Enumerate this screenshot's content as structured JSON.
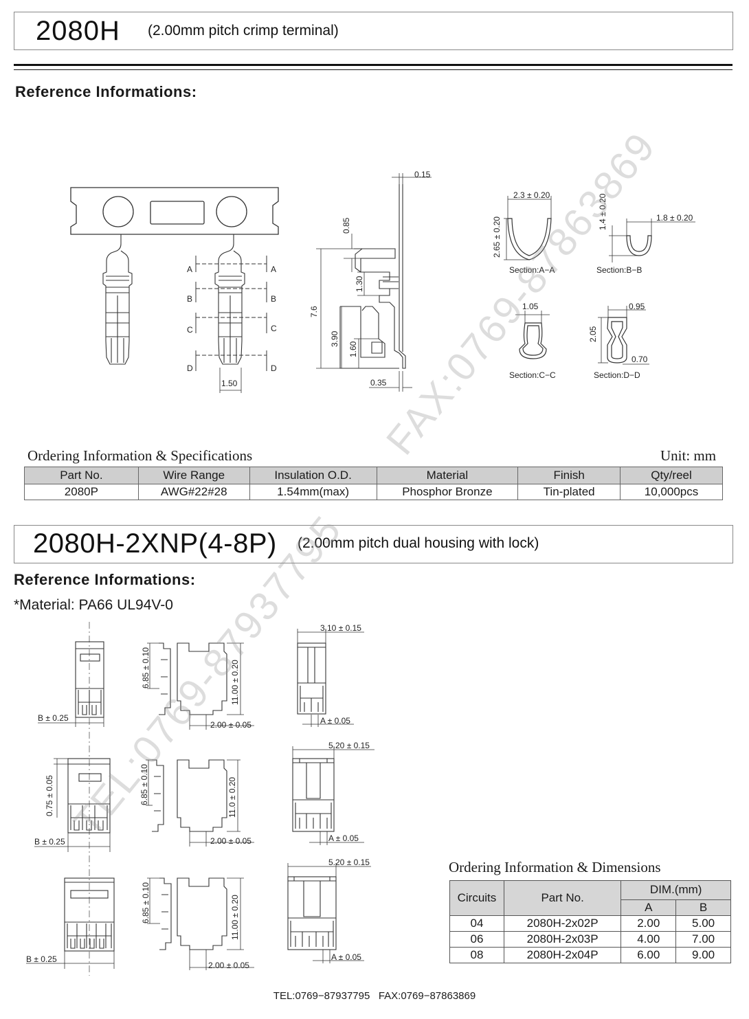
{
  "section1": {
    "title": "2080H",
    "subtitle": "(2.00mm pitch crimp terminal)",
    "ref_heading": "Reference Informations:"
  },
  "terminal_drawing": {
    "sections": [
      "A",
      "B",
      "C",
      "D"
    ],
    "dims": {
      "width_150": "1.50",
      "t015": "0.15",
      "h085": "0.85",
      "h130": "1.30",
      "h76": "7.6",
      "h390": "3.90",
      "h160": "1.60",
      "w035": "0.35",
      "secA_w": "2.3 ± 0.20",
      "secA_h": "2.65 ± 0.20",
      "secB_h": "1.4 ± 0.20",
      "secB_w": "1.8 ± 0.20",
      "secC_w": "1.05",
      "secD_w": "0.95",
      "secD_h": "2.05",
      "secD_t": "0.70"
    },
    "section_labels": [
      "Section:A−A",
      "Section:B−B",
      "Section:C−C",
      "Section:D−D"
    ]
  },
  "ordering1": {
    "heading": "Ordering Information & Specifications",
    "unit": "Unit: mm",
    "headers": [
      "Part No.",
      "Wire Range",
      "Insulation O.D.",
      "Material",
      "Finish",
      "Qty/reel"
    ],
    "row": [
      "2080P",
      "AWG#22#28",
      "1.54mm(max)",
      "Phosphor Bronze",
      "Tin-plated",
      "10,000pcs"
    ]
  },
  "section2": {
    "title": "2080H-2XNP(4-8P)",
    "subtitle": "(2.00mm pitch dual housing with lock)",
    "ref_heading": "Reference Informations:",
    "material": "*Material: PA66 UL94V-0"
  },
  "housing_drawing": {
    "rows": [
      {
        "b": "B ± 0.25",
        "h1": "6.85 ± 0.10",
        "h2": "11.00 ± 0.20",
        "pitch": "2.00 ± 0.05",
        "w": "3.10 ± 0.15",
        "a": "A ± 0.05"
      },
      {
        "b": "B ± 0.25",
        "side": "0.75 ± 0.05",
        "h1": "6.85 ± 0.10",
        "h2": "11.0 ± 0.20",
        "pitch": "2.00 ± 0.05",
        "w": "5.20 ± 0.15",
        "a": "A ± 0.05"
      },
      {
        "b": "B ± 0.25",
        "h1": "6.85 ± 0.10",
        "h2": "11.00 ± 0.20",
        "pitch": "2.00 ± 0.05",
        "w": "5.20 ± 0.15",
        "a": "A ± 0.05"
      }
    ]
  },
  "ordering2": {
    "heading": "Ordering Information & Dimensions",
    "headers": {
      "circuits": "Circuits",
      "part": "Part No.",
      "dim": "DIM.(mm)",
      "a": "A",
      "b": "B"
    },
    "rows": [
      {
        "circuits": "04",
        "part": "2080H-2x02P",
        "a": "2.00",
        "b": "5.00"
      },
      {
        "circuits": "06",
        "part": "2080H-2x03P",
        "a": "4.00",
        "b": "7.00"
      },
      {
        "circuits": "08",
        "part": "2080H-2x04P",
        "a": "6.00",
        "b": "9.00"
      }
    ]
  },
  "footer": "TEL:0769−87937795   FAX:0769−87863869",
  "watermarks": [
    "FAX:0769-87863869",
    "TEL:0769-87937795"
  ]
}
